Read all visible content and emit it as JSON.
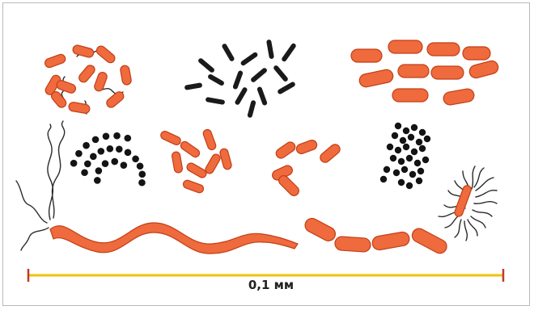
{
  "scale_bar": {
    "label": "0,1 мм",
    "color_line": "#f2c200",
    "color_ends": "#c0392b"
  },
  "colors": {
    "bacterium_fill": "#ef6a3c",
    "bacterium_stroke": "#c23f17",
    "coccus_fill": "#141414",
    "flagellum": "#2a2a2a"
  },
  "groups": [
    "clustered-coiled-rods",
    "black-rods",
    "red-rod-rows",
    "coccus-chains",
    "scattered-rods",
    "short-rods",
    "coccus-cluster",
    "flagellated-rod",
    "spirillum",
    "chained-rods"
  ]
}
